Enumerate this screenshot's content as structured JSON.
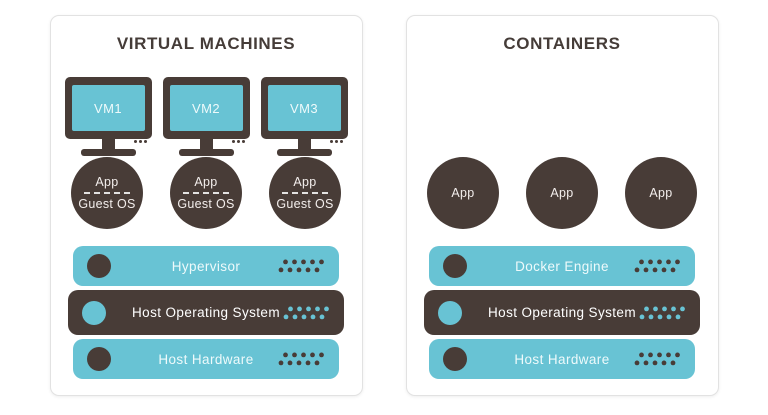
{
  "diagram": {
    "left_panel": {
      "title": "VIRTUAL MACHINES",
      "monitors": [
        "VM1",
        "VM2",
        "VM3"
      ],
      "circles": [
        {
          "line1": "App",
          "line2": "Guest OS"
        },
        {
          "line1": "App",
          "line2": "Guest OS"
        },
        {
          "line1": "App",
          "line2": "Guest OS"
        }
      ],
      "bars": [
        {
          "label": "Hypervisor",
          "variant": "teal"
        },
        {
          "label": "Host Operating System",
          "variant": "dark"
        },
        {
          "label": "Host Hardware",
          "variant": "teal"
        }
      ]
    },
    "right_panel": {
      "title": "CONTAINERS",
      "circles": [
        {
          "label": "App"
        },
        {
          "label": "App"
        },
        {
          "label": "App"
        }
      ],
      "bars": [
        {
          "label": "Docker Engine",
          "variant": "teal"
        },
        {
          "label": "Host Operating System",
          "variant": "dark"
        },
        {
          "label": "Host Hardware",
          "variant": "teal"
        }
      ]
    },
    "colors": {
      "teal": "#68c3d4",
      "dark_brown": "#483c37",
      "panel_border": "#e2e2e2",
      "title_text": "#453c38",
      "text_on_teal": "#eefafb",
      "text_on_dark": "#ffffff"
    },
    "icons": {
      "vent_dots": "dot-grid-vent",
      "monitor_buttons": "three-dots",
      "layer_knob": "filled-circle"
    }
  }
}
